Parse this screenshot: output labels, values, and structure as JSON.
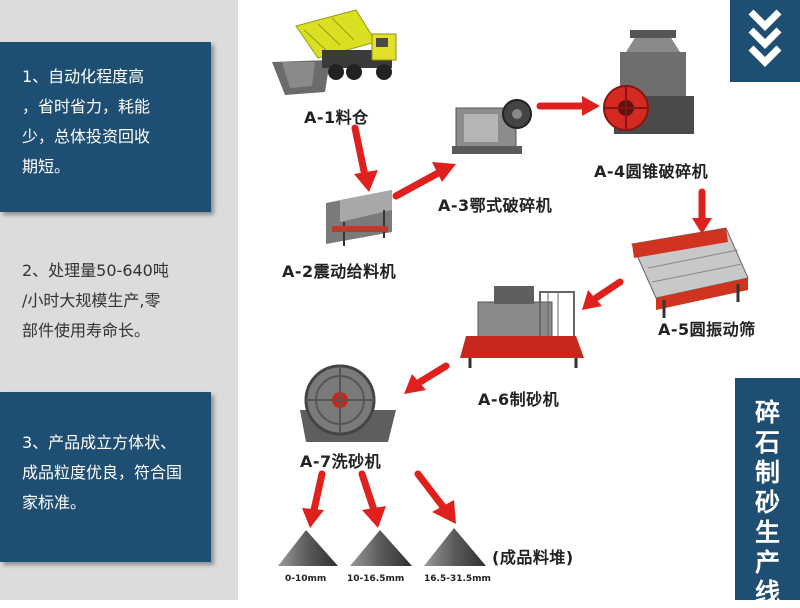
{
  "features": [
    "1、自动化程度高，省时省力，耗能少，总体投资回收期短。",
    "2、处理量50-640吨/小时大规模生产,零部件使用寿命长。",
    "3、产品成立方体状、成品粒度优良，符合国家标准。"
  ],
  "feature_lines": [
    [
      "1、自动化程度高",
      "，省时省力，耗能",
      "少，总体投资回收",
      "期短。"
    ],
    [
      "2、处理量50-640吨",
      "/小时大规模生产,零",
      "部件使用寿命长。"
    ],
    [
      "3、产品成立方体状、",
      "成品粒度优良，符合国",
      "家标准。"
    ]
  ],
  "side_title": "碎石制砂生产线",
  "stages": [
    {
      "id": "A-1",
      "label": "A-1料仓"
    },
    {
      "id": "A-2",
      "label": "A-2震动给料机"
    },
    {
      "id": "A-3",
      "label": "A-3鄂式破碎机"
    },
    {
      "id": "A-4",
      "label": "A-4圆锥破碎机"
    },
    {
      "id": "A-5",
      "label": "A-5圆振动筛"
    },
    {
      "id": "A-6",
      "label": "A-6制砂机"
    },
    {
      "id": "A-7",
      "label": "A-7洗砂机"
    }
  ],
  "products": [
    "0-10mm",
    "10-16.5mm",
    "16.5-31.5mm"
  ],
  "products_label": "(成品料堆)",
  "colors": {
    "accent": "#1e4e72",
    "arrow": "#e0201c",
    "panel_bg": "#dcdcdc"
  }
}
